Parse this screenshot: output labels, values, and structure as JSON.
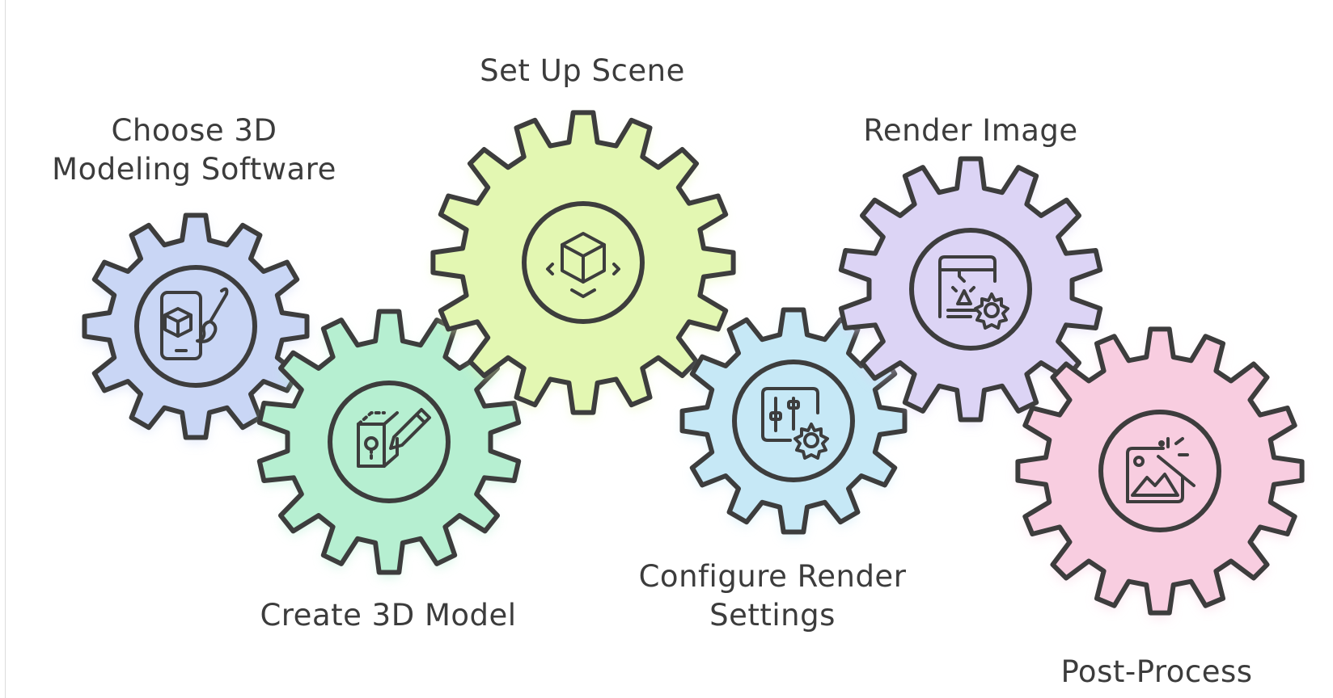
{
  "steps": [
    {
      "id": "choose-software",
      "lines": [
        "Choose 3D",
        "Modeling Software"
      ],
      "color": "#c9d6f5",
      "icon": "tablet-cube-brush-icon"
    },
    {
      "id": "create-model",
      "lines": [
        "Create 3D Model"
      ],
      "color": "#b6efd1",
      "icon": "cube-pencil-icon"
    },
    {
      "id": "set-up-scene",
      "lines": [
        "Set Up Scene"
      ],
      "color": "#e3f7b2",
      "icon": "cube-arrows-icon"
    },
    {
      "id": "configure-render",
      "lines": [
        "Configure Render",
        "Settings"
      ],
      "color": "#c6e8f6",
      "icon": "sliders-gear-icon"
    },
    {
      "id": "render-image",
      "lines": [
        "Render Image"
      ],
      "color": "#dcd4f5",
      "icon": "render-laser-gear-icon"
    },
    {
      "id": "post-process",
      "lines": [
        "Post-Process"
      ],
      "color": "#f8cde0",
      "icon": "image-magic-wand-icon"
    }
  ],
  "stroke_color": "#3d3d3d"
}
